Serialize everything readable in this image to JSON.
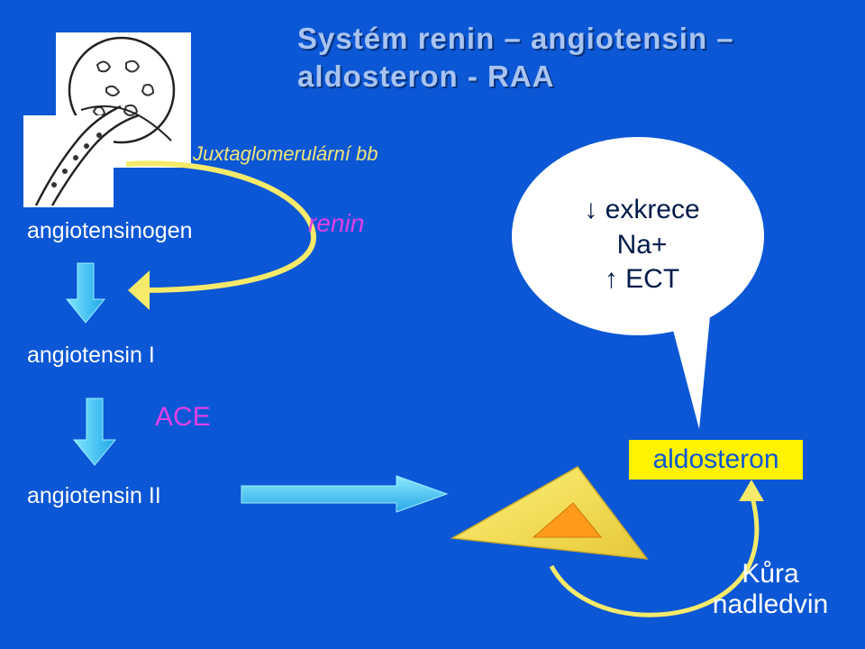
{
  "title_line1": "Systém renin – angiotensin –",
  "title_line2": "aldosteron - RAA",
  "juxta_label": "Juxtaglomerulární bb",
  "angiotensinogen": "angiotensinogen",
  "renin": "renin",
  "angiotensin1": "angiotensin I",
  "ace": "ACE",
  "angiotensin2": "angiotensin II",
  "bubble": {
    "line1": "↓ exkrece",
    "line2": "Na+",
    "line3": "↑ ECT"
  },
  "aldosteron": "aldosteron",
  "kura_line1": "Kůra",
  "kura_line2": "nadledvin",
  "colors": {
    "background": "#0b57d6",
    "arrow_cyan": "#3fd0ff",
    "arrow_yellow": "#f5ea6a",
    "gland_yellow": "#ffe85a",
    "gland_orange": "#ff9a1c",
    "aldosteron_box": "#fff300",
    "magenta_text": "#e040e8"
  },
  "icons": [
    "kidney-tubule-illustration",
    "adrenal-cortex-triangle"
  ]
}
